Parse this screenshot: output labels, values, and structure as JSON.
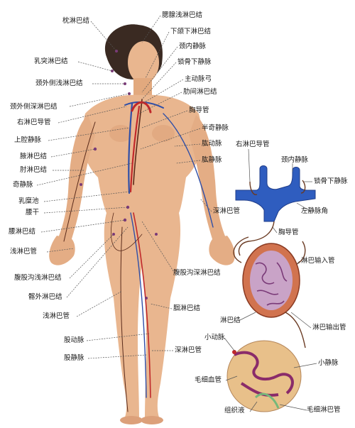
{
  "labels": {
    "zhenlinbajie": "枕淋巴结",
    "ruotulinbajie": "乳突淋巴结",
    "jingwaiceqianlinbajie": "颈外侧浅淋巴结",
    "jingwaiceshenlinbajie": "颈外侧深淋巴结",
    "youlinbadaoguan": "右淋巴导管",
    "shangqiangjingmai": "上腔静脉",
    "yelinbajie": "腋淋巴结",
    "zhoulinbajie": "肘淋巴结",
    "qijingmai": "奇静脉",
    "rumichi": "乳糜池",
    "yaogan": "腰干",
    "yaolinbajie": "腰淋巴结",
    "qianlinbaguan_left": "浅淋巴管",
    "fugugouqianlinbajie": "腹股沟浅淋巴结",
    "kuowailinbajie": "髂外淋巴结",
    "qianlinbaguan_leg": "浅淋巴管",
    "gudongmai": "股动脉",
    "gujingmai": "股静脉",
    "saixianqianlinbajie": "腮腺浅淋巴结",
    "hexiaolinbajie": "下颌下淋巴结",
    "jingneijingmai": "颈内静脉",
    "suogu_xiajingmai": "锁骨下静脉",
    "zhudongmaigong": "主动脉弓",
    "leijianlinbajie": "肋间淋巴结",
    "xiongdaoguan": "胸导管",
    "banqijingmai": "半奇静脉",
    "gongdongmai": "肱动脉",
    "gongjingmai": "肱静脉",
    "shenlinbaguan_arm": "深淋巴管",
    "fugugoushenlinbajie": "腹股沟深淋巴结",
    "guolinbajie": "腘淋巴结",
    "shenlinbaguan_leg": "深淋巴管",
    "inset_youlinbadaoguan": "右淋巴导管",
    "inset_jingneijingmai": "颈内静脉",
    "inset_suoguxiajingmai": "锁骨下静脉",
    "inset_zuojingmaijiao": "左静脉角",
    "inset_xiongdaoguan": "胸导管",
    "inset_linbashuruguan": "淋巴输入管",
    "inset_linbajie": "淋巴结",
    "inset_linbashuchuguan": "淋巴输出管",
    "inset_xiaodongmai": "小动脉",
    "inset_xiaojingmai": "小静脉",
    "inset_maoxixueguan": "毛细血管",
    "inset_zuzhiye": "组织液",
    "inset_maoxilinbaguan": "毛细淋巴管"
  },
  "colors": {
    "skin": "#e9b68f",
    "skin_shadow": "#c9875d",
    "hair": "#3a2a22",
    "vein": "#2f4fa8",
    "artery": "#c0282a",
    "lymph": "#5a2a1a",
    "node": "#7a3a78"
  }
}
